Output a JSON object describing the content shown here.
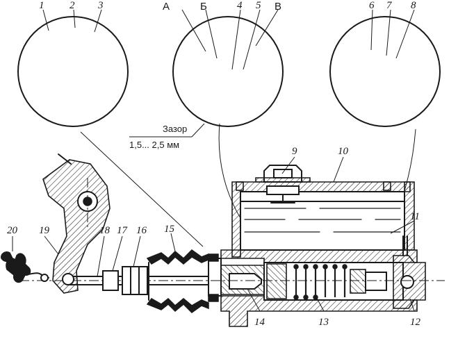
{
  "callouts": {
    "n1": "1",
    "n2": "2",
    "n3": "3",
    "n4": "4",
    "n5": "5",
    "n6": "6",
    "n7": "7",
    "n8": "8",
    "n9": "9",
    "n10": "10",
    "n11": "11",
    "n12": "12",
    "n13": "13",
    "n14": "14",
    "n15": "15",
    "n16": "16",
    "n17": "17",
    "n18": "18",
    "n19": "19",
    "n20": "20"
  },
  "letters": {
    "a": "А",
    "b": "Б",
    "v": "В"
  },
  "gap_note": {
    "title": "Зазор",
    "range": "1,5... 2,5 мм"
  }
}
